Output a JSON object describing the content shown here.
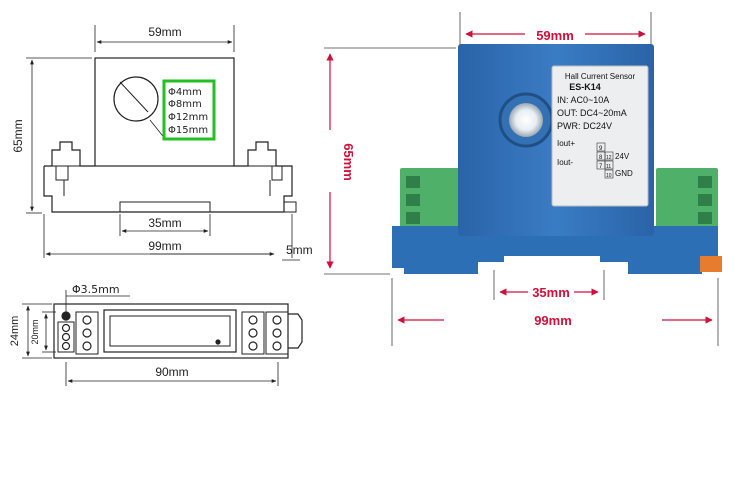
{
  "front_drawing": {
    "width_label": "59mm",
    "height_label": "65mm",
    "hole_sizes": [
      "Φ4mm",
      "Φ8mm",
      "Φ12mm",
      "Φ15mm"
    ],
    "base_inner_label": "35mm",
    "base_width_label": "99mm",
    "side_label": "5mm"
  },
  "top_drawing": {
    "hole_label": "Φ3.5mm",
    "outer_height_label": "24mm",
    "inner_height_label": "20mm",
    "length_label": "90mm"
  },
  "photo": {
    "width_label": "59mm",
    "height_label": "65mm",
    "inner_label": "35mm",
    "base_label": "99mm",
    "sensor_label": {
      "title": "Hall Current Sensor",
      "model": "ES-K14",
      "input": "IN: AC0~10A",
      "output": "OUT: DC4~20mA",
      "power": "PWR: DC24V",
      "iout_plus": "Iout+",
      "iout_minus": "Iout-",
      "v24": "24V",
      "gnd": "GND",
      "pins": [
        "9",
        "8",
        "7",
        "12",
        "11",
        "10"
      ]
    }
  },
  "colors": {
    "accent_red": "#d0103a",
    "highlight_green": "#22c022",
    "housing_blue": "#2d6fb5",
    "terminal_green": "#4fb06a"
  }
}
